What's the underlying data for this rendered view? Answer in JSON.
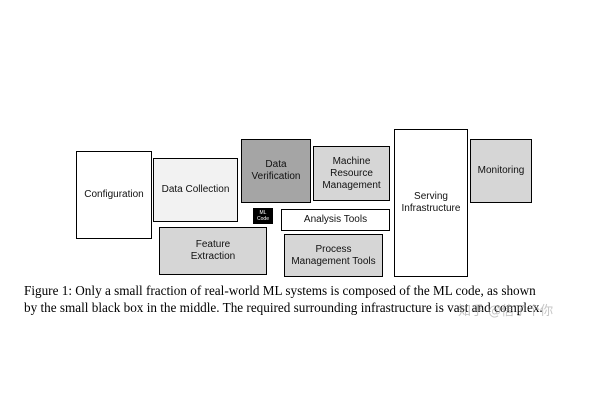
{
  "diagram": {
    "boxes": {
      "configuration": "Configuration",
      "data_collection": "Data Collection",
      "data_verification": "Data\nVerification",
      "machine_resource_management": "Machine\nResource\nManagement",
      "serving_infrastructure": "Serving\nInfrastructure",
      "monitoring": "Monitoring",
      "ml_code": "ML\nCode",
      "analysis_tools": "Analysis Tools",
      "feature_extraction": "Feature\nExtraction",
      "process_management_tools": "Process\nManagement Tools"
    },
    "colors": {
      "white": "#ffffff",
      "light_gray": "#f2f2f2",
      "gray": "#d6d6d6",
      "dark_gray": "#a5a5a5",
      "black": "#000000"
    }
  },
  "caption": {
    "line1": "Figure 1: Only a small fraction of real-world ML systems is composed of the ML code, as shown",
    "line2": "by the small black box in the middle. The required surrounding infrastructure is vast and complex."
  },
  "watermark": "知乎 @信了个你"
}
